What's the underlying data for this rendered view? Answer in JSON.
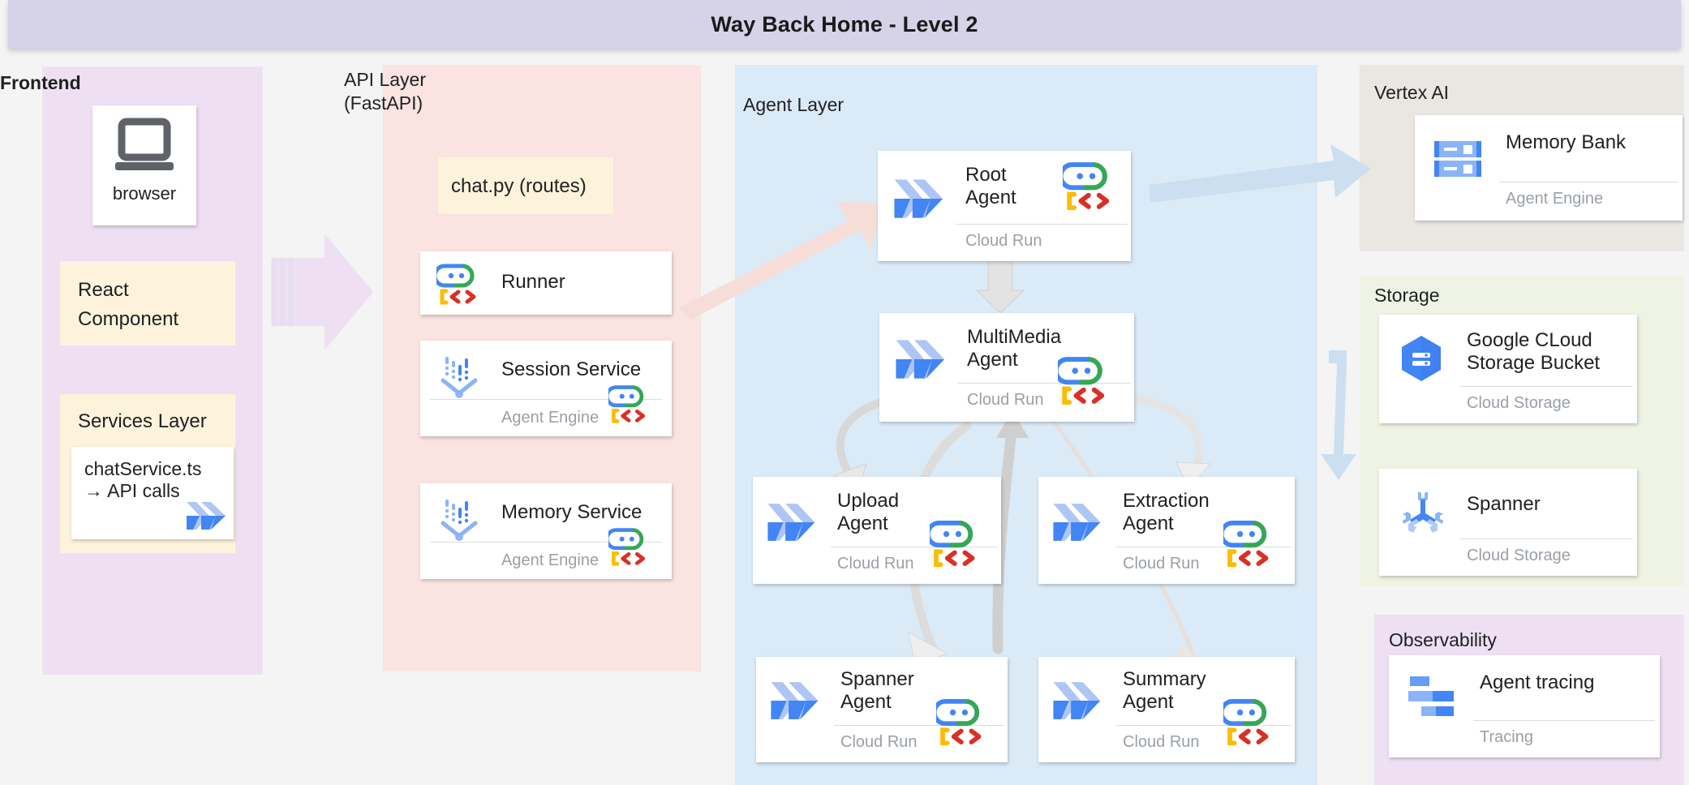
{
  "header": {
    "title": "Way Back Home - Level 2"
  },
  "zones": {
    "frontend": {
      "label": "Frontend"
    },
    "api": {
      "label": "API Layer\n(FastAPI)"
    },
    "agent": {
      "label": "Agent Layer"
    },
    "vertex": {
      "label": "Vertex AI"
    },
    "storage": {
      "label": "Storage"
    },
    "observability": {
      "label": "Observability"
    }
  },
  "frontend": {
    "browser": {
      "label": "browser",
      "icon": "laptop-icon"
    },
    "react": {
      "label": "React\nComponent"
    },
    "services_layer": {
      "label": "Services Layer"
    },
    "chat_service": {
      "label": "chatService.ts\n→ API calls",
      "icon": "cloud-run-icon"
    }
  },
  "api": {
    "chat_py": {
      "label": "chat.py (routes)"
    },
    "cards": [
      {
        "title": "Runner",
        "footer": "",
        "left_icon": "adk-agent-icon",
        "right_icon": ""
      },
      {
        "title": "Session Service",
        "footer": "Agent Engine",
        "left_icon": "agent-engine-icon",
        "right_icon": "adk-agent-icon"
      },
      {
        "title": "Memory Service",
        "footer": "Agent Engine",
        "left_icon": "agent-engine-icon",
        "right_icon": "adk-agent-icon"
      }
    ]
  },
  "agents": [
    {
      "name": "root",
      "title": "Root\nAgent",
      "footer": "Cloud Run",
      "left_icon": "cloud-run-icon",
      "right_icon": "adk-agent-icon"
    },
    {
      "name": "multimedia",
      "title": "MultiMedia\nAgent",
      "footer": "Cloud Run",
      "left_icon": "cloud-run-icon",
      "right_icon": "adk-agent-icon"
    },
    {
      "name": "upload",
      "title": "Upload\nAgent",
      "footer": "Cloud Run",
      "left_icon": "cloud-run-icon",
      "right_icon": "adk-agent-icon"
    },
    {
      "name": "extraction",
      "title": "Extraction\nAgent",
      "footer": "Cloud Run",
      "left_icon": "cloud-run-icon",
      "right_icon": "adk-agent-icon"
    },
    {
      "name": "spanner",
      "title": "Spanner\nAgent",
      "footer": "Cloud Run",
      "left_icon": "cloud-run-icon",
      "right_icon": "adk-agent-icon"
    },
    {
      "name": "summary",
      "title": "Summary\nAgent",
      "footer": "Cloud Run",
      "left_icon": "cloud-run-icon",
      "right_icon": "adk-agent-icon"
    }
  ],
  "vertex": {
    "memory_bank": {
      "title": "Memory Bank",
      "footer": "Agent Engine",
      "icon": "memory-bank-icon"
    }
  },
  "storage": {
    "gcs": {
      "title": "Google CLoud\nStorage Bucket",
      "footer": "Cloud Storage",
      "icon": "cloud-storage-icon"
    },
    "spanner": {
      "title": "Spanner",
      "footer": "Cloud Storage",
      "icon": "spanner-icon"
    }
  },
  "observability": {
    "tracing": {
      "title": "Agent tracing",
      "footer": "Tracing",
      "icon": "tracing-icon"
    }
  },
  "colors": {
    "title_bar": "#d6d2e8",
    "frontend_zone": "#eee0f2",
    "api_zone": "#fae3e0",
    "agent_zone": "#dbeaf7",
    "vertex_zone": "#eae6e1",
    "storage_zone": "#eef3e3",
    "observability_zone": "#eee0f2",
    "soft_box": "#fdf3dc",
    "card": "#ffffff",
    "footer_text": "#9aa0a6",
    "google_blue": "#4285f4",
    "google_green": "#34a853",
    "google_yellow": "#fbbc04",
    "google_red": "#d93025",
    "arrow_pink": "#f6ddd8",
    "arrow_lilac": "#eee0f2",
    "arrow_grey": "#d9d9d9",
    "arrow_blue": "#cfe2f3"
  },
  "connections": [
    {
      "from": "frontend",
      "to": "api-layer",
      "style": "thick-lilac-arrow"
    },
    {
      "from": "runner",
      "to": "root-agent",
      "style": "thick-pink-arrow"
    },
    {
      "from": "root-agent",
      "to": "multimedia-agent",
      "style": "down-grey-arrow"
    },
    {
      "from": "root-agent",
      "to": "memory-bank",
      "style": "blue-arrow"
    },
    {
      "from": "multimedia-agent",
      "to": "upload-agent",
      "style": "curved-grey-arrow"
    },
    {
      "from": "multimedia-agent",
      "to": "extraction-agent",
      "style": "curved-grey-arrow"
    },
    {
      "from": "multimedia-agent",
      "to": "spanner-agent",
      "style": "curved-grey-arrow"
    },
    {
      "from": "multimedia-agent",
      "to": "summary-agent",
      "style": "curved-grey-arrow"
    },
    {
      "from": "agent-layer",
      "to": "storage",
      "style": "blue-arrow"
    }
  ]
}
